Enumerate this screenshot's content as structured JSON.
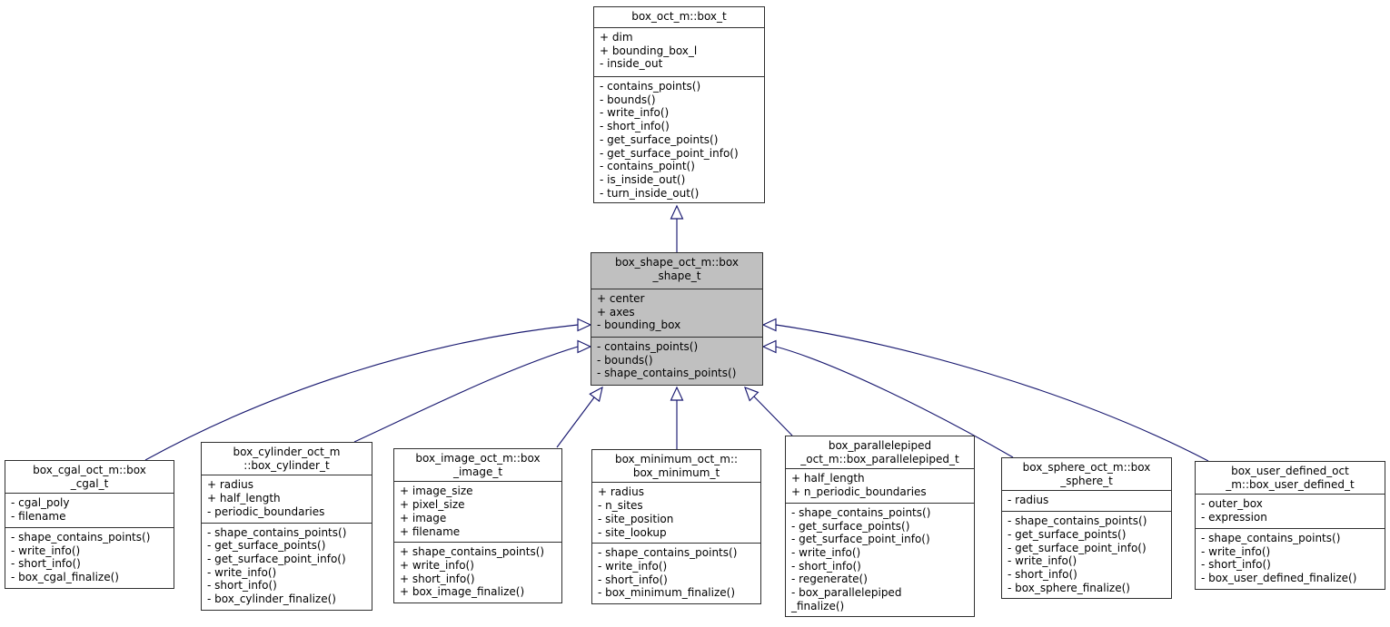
{
  "colors": {
    "arrow": "#191970",
    "node_border": "#2f2f2f",
    "highlight_fill": "#c0c0c0",
    "node_fill": "#ffffff"
  },
  "classes": [
    {
      "title": "box_oct_m::box_t",
      "attributes": [
        "+ dim",
        "+ bounding_box_l",
        "- inside_out"
      ],
      "methods": [
        "- contains_points()",
        "- bounds()",
        "- write_info()",
        "- short_info()",
        "- get_surface_points()",
        "- get_surface_point_info()",
        "- contains_point()",
        "- is_inside_out()",
        "- turn_inside_out()"
      ]
    },
    {
      "title": "box_shape_oct_m::box\n_shape_t",
      "attributes": [
        "+ center",
        "+ axes",
        "- bounding_box"
      ],
      "methods": [
        "- contains_points()",
        "- bounds()",
        "- shape_contains_points()"
      ]
    },
    {
      "title": "box_cgal_oct_m::box\n_cgal_t",
      "attributes": [
        "- cgal_poly",
        "- filename"
      ],
      "methods": [
        "- shape_contains_points()",
        "- write_info()",
        "- short_info()",
        "- box_cgal_finalize()"
      ]
    },
    {
      "title": "box_cylinder_oct_m\n::box_cylinder_t",
      "attributes": [
        "+ radius",
        "+ half_length",
        "- periodic_boundaries"
      ],
      "methods": [
        "- shape_contains_points()",
        "- get_surface_points()",
        "- get_surface_point_info()",
        "- write_info()",
        "- short_info()",
        "- box_cylinder_finalize()"
      ]
    },
    {
      "title": "box_image_oct_m::box\n_image_t",
      "attributes": [
        "+ image_size",
        "+ pixel_size",
        "+ image",
        "+ filename"
      ],
      "methods": [
        "+ shape_contains_points()",
        "+ write_info()",
        "+ short_info()",
        "+ box_image_finalize()"
      ]
    },
    {
      "title": "box_minimum_oct_m::\nbox_minimum_t",
      "attributes": [
        "+ radius",
        "- n_sites",
        "- site_position",
        "- site_lookup"
      ],
      "methods": [
        "- shape_contains_points()",
        "- write_info()",
        "- short_info()",
        "- box_minimum_finalize()"
      ]
    },
    {
      "title": "box_parallelepiped\n_oct_m::box_parallelepiped_t",
      "attributes": [
        "+ half_length",
        "+ n_periodic_boundaries"
      ],
      "methods": [
        "- shape_contains_points()",
        "- get_surface_points()",
        "- get_surface_point_info()",
        "- write_info()",
        "- short_info()",
        "- regenerate()",
        "- box_parallelepiped\n_finalize()"
      ]
    },
    {
      "title": "box_sphere_oct_m::box\n_sphere_t",
      "attributes": [
        "- radius"
      ],
      "methods": [
        "- shape_contains_points()",
        "- get_surface_points()",
        "- get_surface_point_info()",
        "- write_info()",
        "- short_info()",
        "- box_sphere_finalize()"
      ]
    },
    {
      "title": "box_user_defined_oct\n_m::box_user_defined_t",
      "attributes": [
        "- outer_box",
        "- expression"
      ],
      "methods": [
        "- shape_contains_points()",
        "- write_info()",
        "- short_info()",
        "- box_user_defined_finalize()"
      ]
    }
  ],
  "edges": [
    {
      "from": "box_shape_oct_m::box_shape_t",
      "to": "box_oct_m::box_t"
    },
    {
      "from": "box_cgal_oct_m::box_cgal_t",
      "to": "box_shape_oct_m::box_shape_t"
    },
    {
      "from": "box_cylinder_oct_m::box_cylinder_t",
      "to": "box_shape_oct_m::box_shape_t"
    },
    {
      "from": "box_image_oct_m::box_image_t",
      "to": "box_shape_oct_m::box_shape_t"
    },
    {
      "from": "box_minimum_oct_m::box_minimum_t",
      "to": "box_shape_oct_m::box_shape_t"
    },
    {
      "from": "box_parallelepiped_oct_m::box_parallelepiped_t",
      "to": "box_shape_oct_m::box_shape_t"
    },
    {
      "from": "box_sphere_oct_m::box_sphere_t",
      "to": "box_shape_oct_m::box_shape_t"
    },
    {
      "from": "box_user_defined_oct_m::box_user_defined_t",
      "to": "box_shape_oct_m::box_shape_t"
    }
  ]
}
